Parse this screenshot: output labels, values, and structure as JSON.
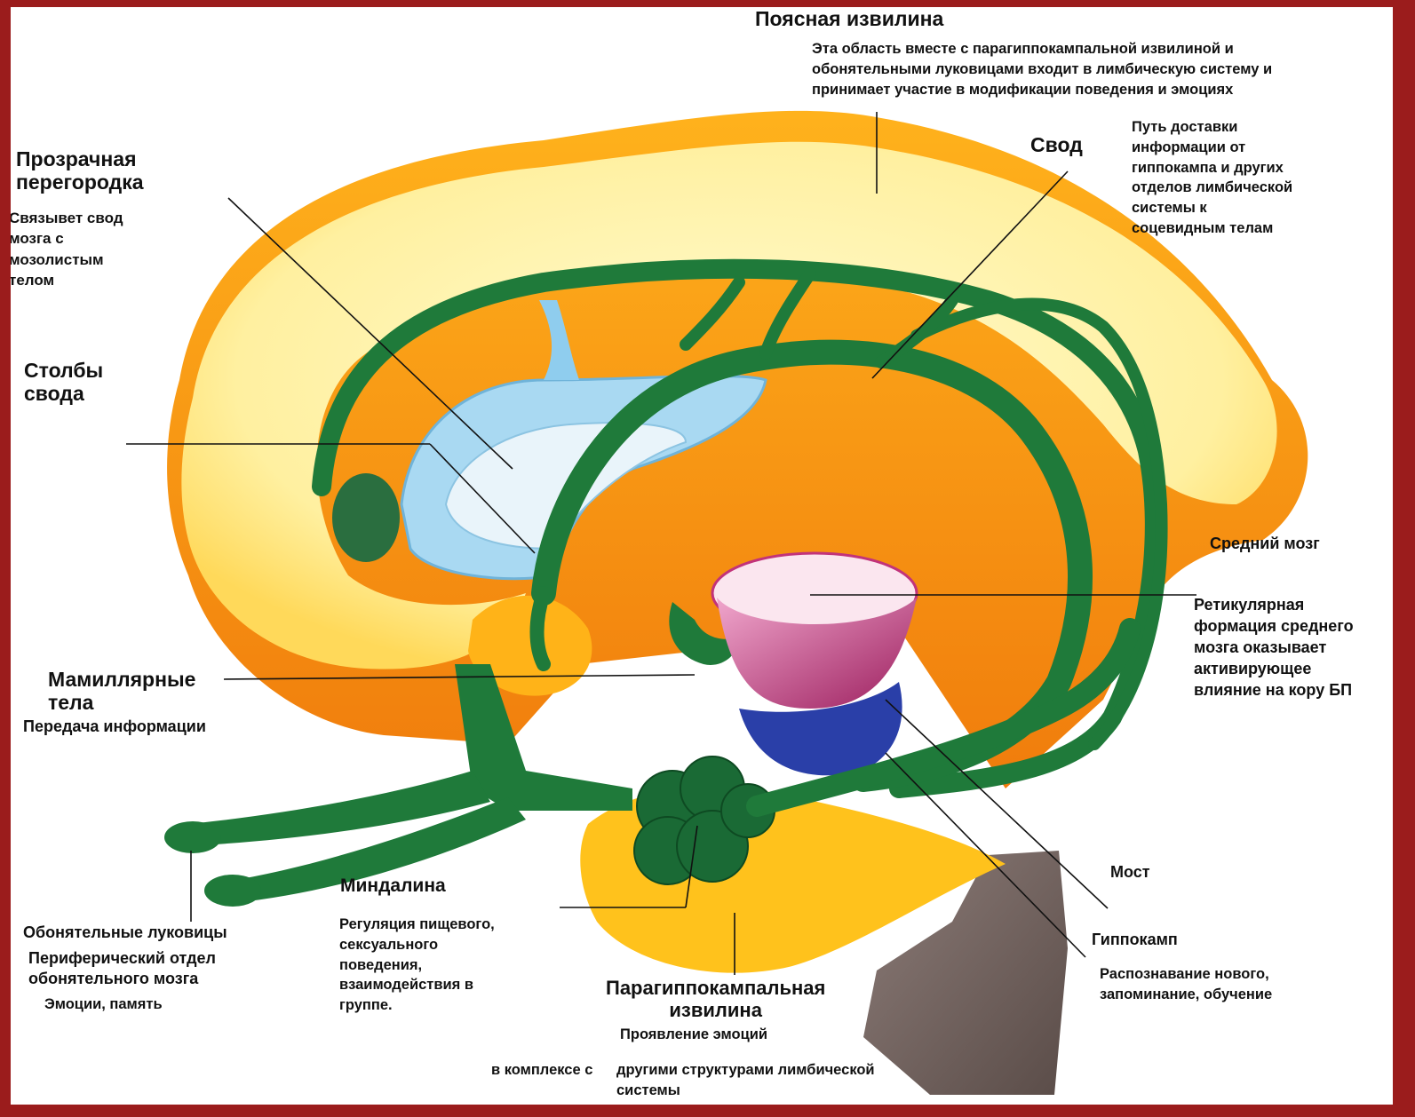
{
  "labels": {
    "cingulate": {
      "title": "Поясная извилина",
      "desc": "Эта область вместе с парагиппокампальной извилиной и\nобонятельными луковицами входит в лимбическую систему и\nпринимает участие в модификации поведения и эмоциях"
    },
    "fornix": {
      "title": "Свод",
      "desc": "Путь доставки\nинформации от\nгиппокампа и других\nотделов лимбической\nсистемы к\nсоцевидным телам"
    },
    "septum": {
      "title": "Прозрачная\nперегородка",
      "desc": "Связывет свод\nмозга с\nмозолистым\nтелом"
    },
    "columns": {
      "title": "Столбы\nсвода"
    },
    "mammillary": {
      "title": "Мамиллярные\nтела",
      "desc": "Передача информации"
    },
    "midbrain": {
      "title": "Средний мозг"
    },
    "reticular": {
      "desc": "Ретикулярная\nформация среднего\nмозга оказывает\nактивирующее\nвлияние на кору БП"
    },
    "pons": {
      "title": "Мост"
    },
    "hippocampus": {
      "title": "Гиппокамп",
      "desc": "Распознавание нового,\nзапоминание, обучение"
    },
    "amygdala": {
      "title": "Миндалина",
      "desc": "Регуляция пищевого,\nсексуального\nповедения,\nвзаимодействия в\nгруппе."
    },
    "olfactory": {
      "title": "Обонятельные луковицы",
      "desc": "Периферический отдел\nобонятельного мозга",
      "desc2": "Эмоции, память"
    },
    "parahippocampal": {
      "title": "Парагиппокампальная\nизвилина",
      "desc": "Проявление эмоций",
      "note_left": "в комплексе с",
      "note_right": "другими структурами лимбической\nсистемы"
    }
  },
  "colors": {
    "frame": "#9b1c1c",
    "cortex_yellow": "#fff3a3",
    "cortex_orange": "#f7a61a",
    "fornix_green": "#1f7a3a",
    "ventricle_blue": "#a8d8f0",
    "midbrain_pink": "#c2337a",
    "midbrain_blue": "#2a3fa8",
    "brainstem": "#7a6a66"
  }
}
